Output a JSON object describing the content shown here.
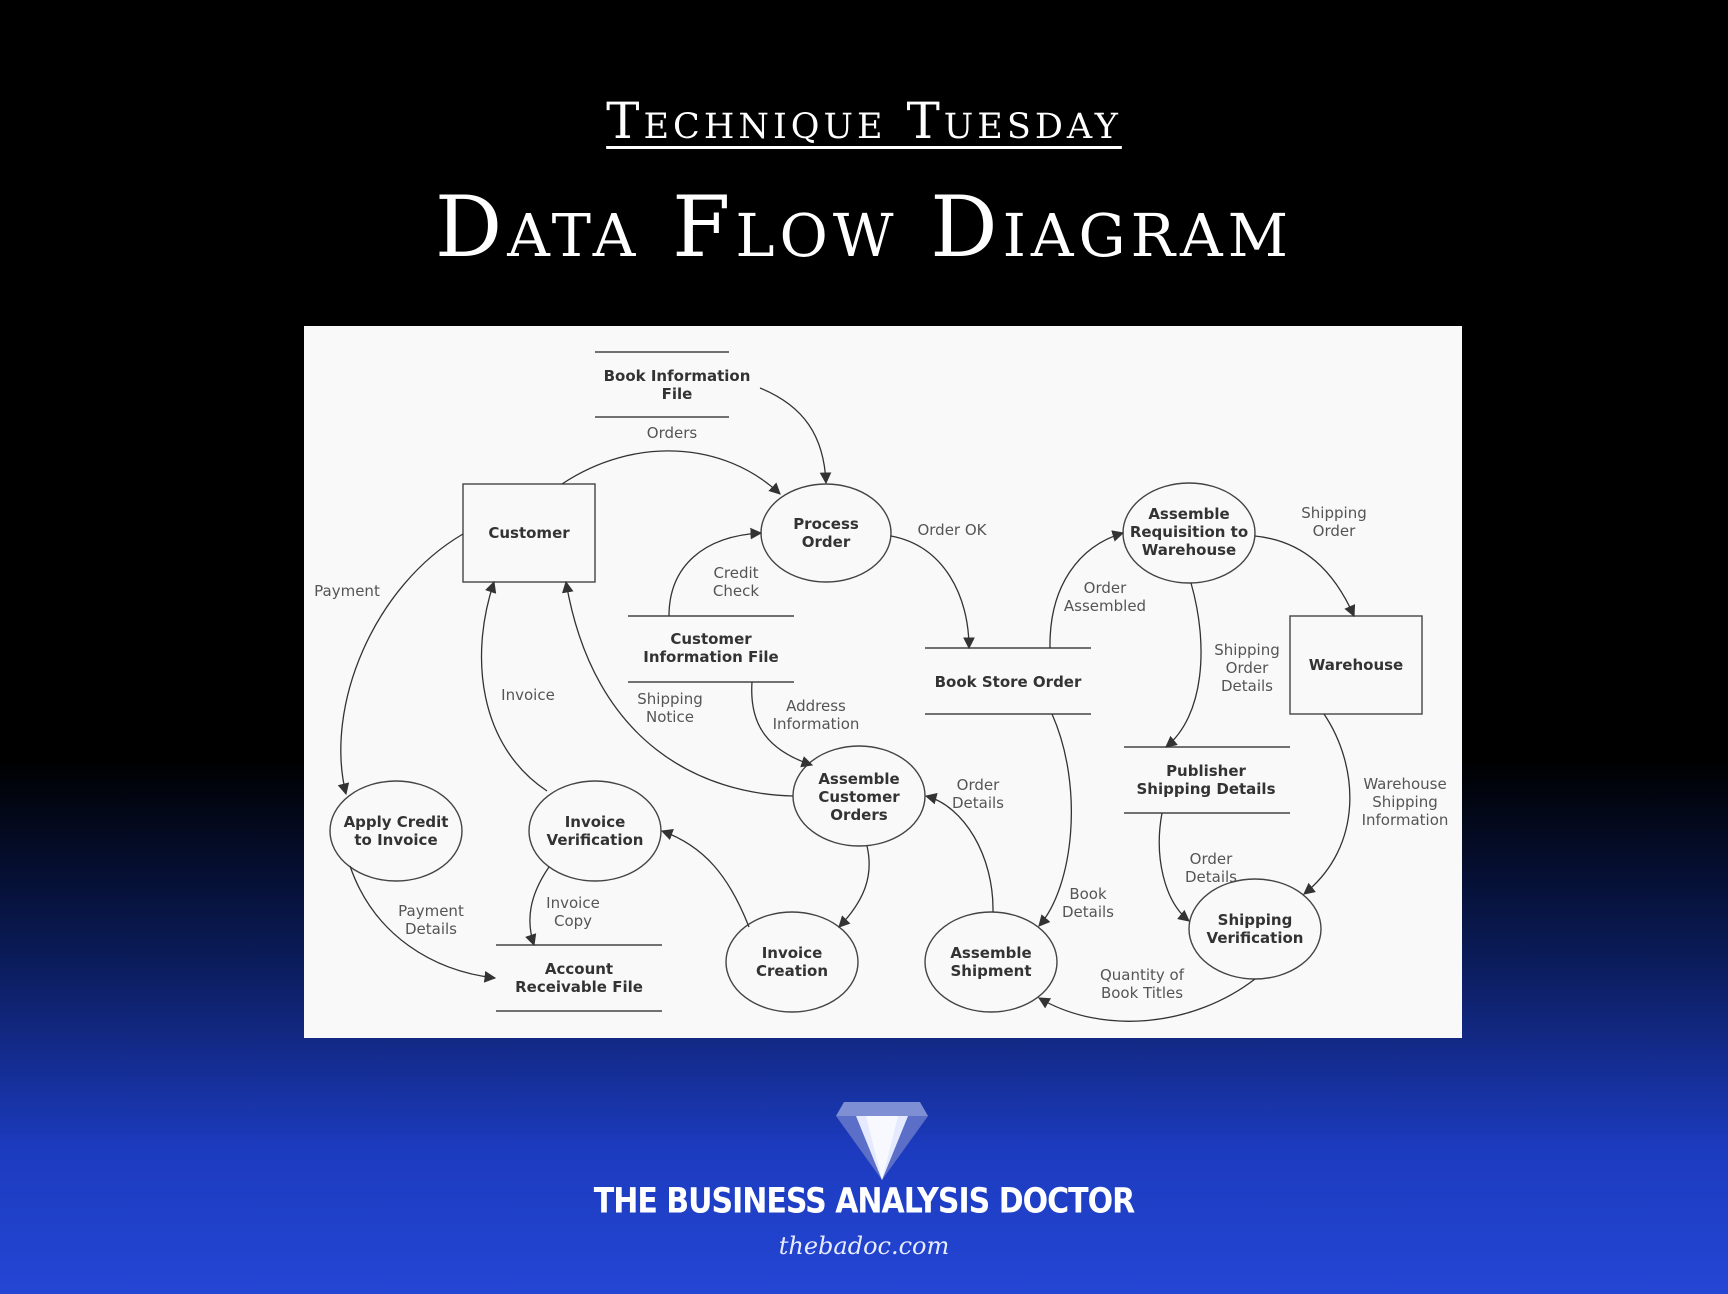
{
  "header": {
    "subtitle": "Technique Tuesday",
    "title": "Data Flow Diagram"
  },
  "diagram": {
    "externals": {
      "customer": "Customer",
      "warehouse": "Warehouse"
    },
    "processes": {
      "process_order": [
        "Process",
        "Order"
      ],
      "assemble_requisition": [
        "Assemble",
        "Requisition to",
        "Warehouse"
      ],
      "assemble_customer_orders": [
        "Assemble",
        "Customer",
        "Orders"
      ],
      "apply_credit": [
        "Apply Credit",
        "to Invoice"
      ],
      "invoice_verification": [
        "Invoice",
        "Verification"
      ],
      "invoice_creation": [
        "Invoice",
        "Creation"
      ],
      "assemble_shipment": [
        "Assemble",
        "Shipment"
      ],
      "shipping_verification": [
        "Shipping",
        "Verification"
      ]
    },
    "stores": {
      "book_information_file": [
        "Book Information",
        "File"
      ],
      "customer_information_file": [
        "Customer",
        "Information File"
      ],
      "book_store_order": [
        "Book Store Order"
      ],
      "publisher_shipping_details": [
        "Publisher",
        "Shipping Details"
      ],
      "account_receivable_file": [
        "Account",
        "Receivable File"
      ]
    },
    "flows": {
      "orders": [
        "Orders"
      ],
      "order_ok": [
        "Order OK"
      ],
      "credit_check": [
        "Credit",
        "Check"
      ],
      "payment": [
        "Payment"
      ],
      "invoice": [
        "Invoice"
      ],
      "shipping_notice": [
        "Shipping",
        "Notice"
      ],
      "address_information": [
        "Address",
        "Information"
      ],
      "order_assembled": [
        "Order",
        "Assembled"
      ],
      "shipping_order": [
        "Shipping",
        "Order"
      ],
      "shipping_order_details": [
        "Shipping",
        "Order",
        "Details"
      ],
      "warehouse_shipping_information": [
        "Warehouse",
        "Shipping",
        "Information"
      ],
      "order_details_1": [
        "Order",
        "Details"
      ],
      "order_details_2": [
        "Order",
        "Details"
      ],
      "book_details": [
        "Book",
        "Details"
      ],
      "payment_details": [
        "Payment",
        "Details"
      ],
      "invoice_copy": [
        "Invoice",
        "Copy"
      ],
      "quantity_of_book_titles": [
        "Quantity of",
        "Book Titles"
      ]
    }
  },
  "brand": {
    "name": "THE BUSINESS ANALYSIS DOCTOR",
    "url": "thebadoc.com",
    "logo_icon": "diamond-logo-icon"
  }
}
